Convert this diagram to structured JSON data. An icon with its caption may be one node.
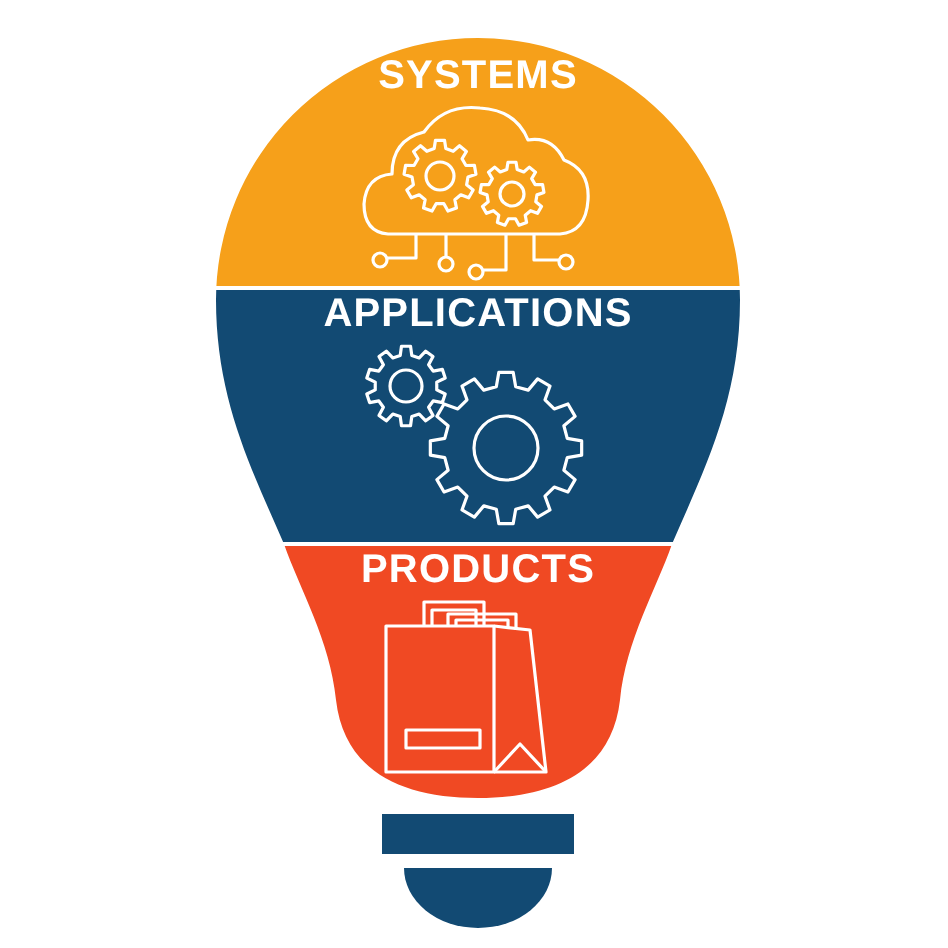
{
  "diagram": {
    "nodes": [
      {
        "text": [
          "SYSTEMS"
        ]
      },
      {
        "text": [
          "APPLICATIONS"
        ]
      },
      {
        "text": [
          "PRODUCTS"
        ]
      }
    ]
  }
}
